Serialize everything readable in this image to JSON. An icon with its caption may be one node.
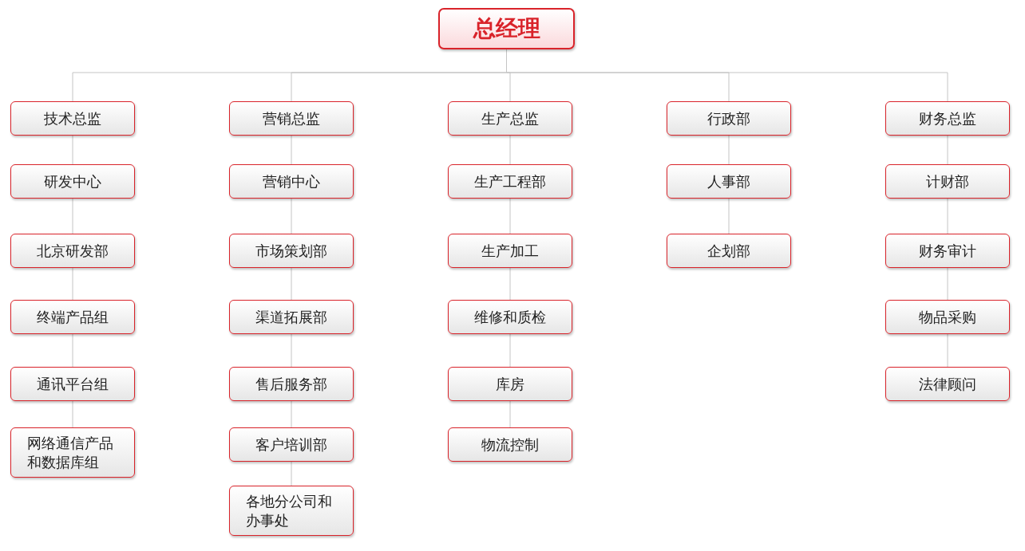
{
  "diagram": {
    "nodes": [
      {
        "text": [
          "总经理"
        ]
      },
      {
        "text": [
          "技术总监"
        ]
      },
      {
        "text": [
          "研发中心"
        ]
      },
      {
        "text": [
          "北京研发部"
        ]
      },
      {
        "text": [
          "终端产品组"
        ]
      },
      {
        "text": [
          "通讯平台组"
        ]
      },
      {
        "text": [
          "网络通信产品和数据库组"
        ]
      },
      {
        "text": [
          "营销总监"
        ]
      },
      {
        "text": [
          "营销中心"
        ]
      },
      {
        "text": [
          "市场策划部"
        ]
      },
      {
        "text": [
          "渠道拓展部"
        ]
      },
      {
        "text": [
          "售后服务部"
        ]
      },
      {
        "text": [
          "客户培训部"
        ]
      },
      {
        "text": [
          "各地分公司和办事处"
        ]
      },
      {
        "text": [
          "生产总监"
        ]
      },
      {
        "text": [
          "生产工程部"
        ]
      },
      {
        "text": [
          "生产加工"
        ]
      },
      {
        "text": [
          "维修和质检"
        ]
      },
      {
        "text": [
          "库房"
        ]
      },
      {
        "text": [
          "物流控制"
        ]
      },
      {
        "text": [
          "行政部"
        ]
      },
      {
        "text": [
          "人事部"
        ]
      },
      {
        "text": [
          "企划部"
        ]
      },
      {
        "text": [
          "财务总监"
        ]
      },
      {
        "text": [
          "计财部"
        ]
      },
      {
        "text": [
          "财务审计"
        ]
      },
      {
        "text": [
          "物品采购"
        ]
      },
      {
        "text": [
          "法律顾问"
        ]
      }
    ],
    "edges": [
      {
        "from": 0,
        "to": 1,
        "arrow": "none"
      },
      {
        "from": 0,
        "to": 7,
        "arrow": "none"
      },
      {
        "from": 0,
        "to": 14,
        "arrow": "none"
      },
      {
        "from": 0,
        "to": 20,
        "arrow": "none"
      },
      {
        "from": 0,
        "to": 23,
        "arrow": "none"
      },
      {
        "from": 1,
        "to": 2,
        "arrow": "none"
      },
      {
        "from": 2,
        "to": 3,
        "arrow": "none"
      },
      {
        "from": 3,
        "to": 4,
        "arrow": "none"
      },
      {
        "from": 4,
        "to": 5,
        "arrow": "none"
      },
      {
        "from": 5,
        "to": 6,
        "arrow": "none"
      },
      {
        "from": 7,
        "to": 8,
        "arrow": "none"
      },
      {
        "from": 8,
        "to": 9,
        "arrow": "none"
      },
      {
        "from": 9,
        "to": 10,
        "arrow": "none"
      },
      {
        "from": 10,
        "to": 11,
        "arrow": "none"
      },
      {
        "from": 11,
        "to": 12,
        "arrow": "none"
      },
      {
        "from": 12,
        "to": 13,
        "arrow": "none"
      },
      {
        "from": 14,
        "to": 15,
        "arrow": "none"
      },
      {
        "from": 15,
        "to": 16,
        "arrow": "none"
      },
      {
        "from": 16,
        "to": 17,
        "arrow": "none"
      },
      {
        "from": 17,
        "to": 18,
        "arrow": "none"
      },
      {
        "from": 18,
        "to": 19,
        "arrow": "none"
      },
      {
        "from": 20,
        "to": 21,
        "arrow": "none"
      },
      {
        "from": 21,
        "to": 22,
        "arrow": "none"
      },
      {
        "from": 23,
        "to": 24,
        "arrow": "none"
      },
      {
        "from": 24,
        "to": 25,
        "arrow": "none"
      },
      {
        "from": 25,
        "to": 26,
        "arrow": "none"
      },
      {
        "from": 26,
        "to": 27,
        "arrow": "none"
      }
    ]
  }
}
